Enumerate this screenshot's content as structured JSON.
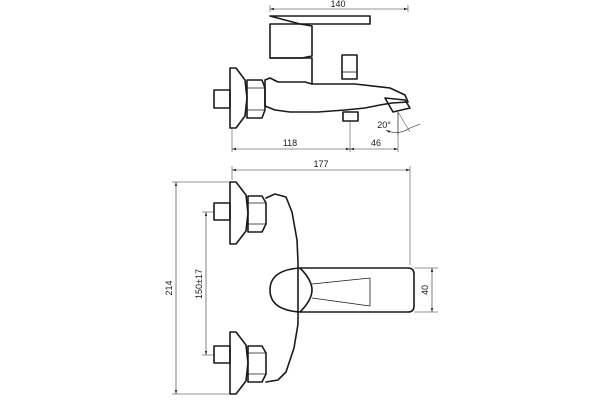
{
  "dimensions": {
    "top_width": "140",
    "spout_length": "118",
    "spout_tip": "46",
    "spout_angle": "20°",
    "total_depth": "177",
    "total_height": "214",
    "inlet_spacing": "150±17",
    "handle_height": "40"
  }
}
